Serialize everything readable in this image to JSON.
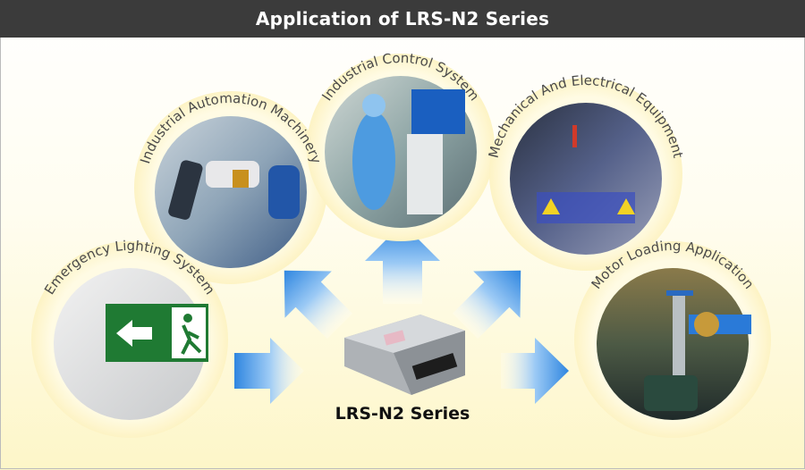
{
  "header": {
    "title": "Application of LRS-N2 Series"
  },
  "product": {
    "label": "LRS-N2 Series"
  },
  "applications": [
    {
      "label": "Industrial Automation Machinery"
    },
    {
      "label": "Industrial Control System"
    },
    {
      "label": "Mechanical And Electrical Equipment"
    },
    {
      "label": "Emergency Lighting System"
    },
    {
      "label": "Motor Loading Application"
    }
  ],
  "colors": {
    "header": "#3b3b3b",
    "arrow": "#4a9be8",
    "ring": "#fdf8dc"
  }
}
